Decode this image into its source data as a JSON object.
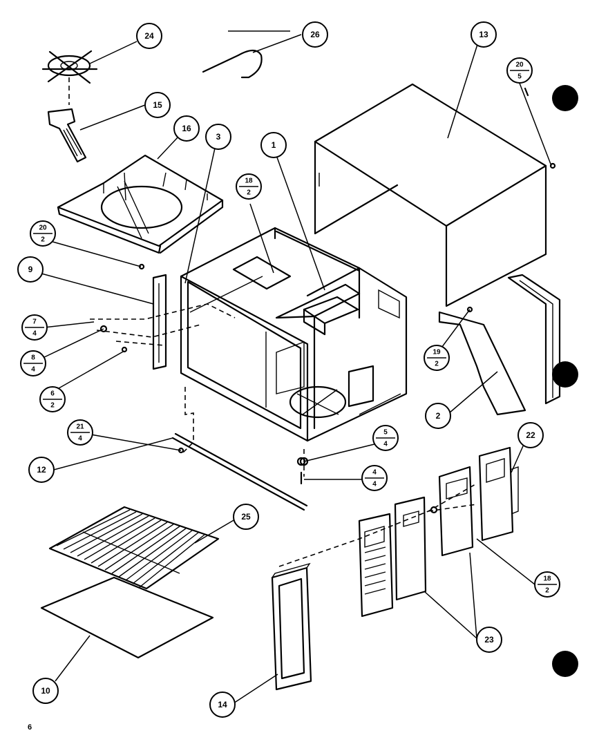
{
  "page_number": "6",
  "callouts": {
    "c1": "1",
    "c2": "2",
    "c3": "3",
    "c9": "9",
    "c10": "10",
    "c12": "12",
    "c13": "13",
    "c14": "14",
    "c15": "15",
    "c16": "16",
    "c22": "22",
    "c23": "23",
    "c24": "24",
    "c25": "25",
    "c26": "26"
  },
  "fractions": {
    "f20_5": {
      "top": "20",
      "bottom": "5"
    },
    "f18_2a": {
      "top": "18",
      "bottom": "2"
    },
    "f20_2": {
      "top": "20",
      "bottom": "2"
    },
    "f7_4": {
      "top": "7",
      "bottom": "4"
    },
    "f8_4": {
      "top": "8",
      "bottom": "4"
    },
    "f6_2": {
      "top": "6",
      "bottom": "2"
    },
    "f19_2": {
      "top": "19",
      "bottom": "2"
    },
    "f21_4": {
      "top": "21",
      "bottom": "4"
    },
    "f5_4": {
      "top": "5",
      "bottom": "4"
    },
    "f4_4": {
      "top": "4",
      "bottom": "4"
    },
    "f18_2b": {
      "top": "18",
      "bottom": "2"
    }
  }
}
